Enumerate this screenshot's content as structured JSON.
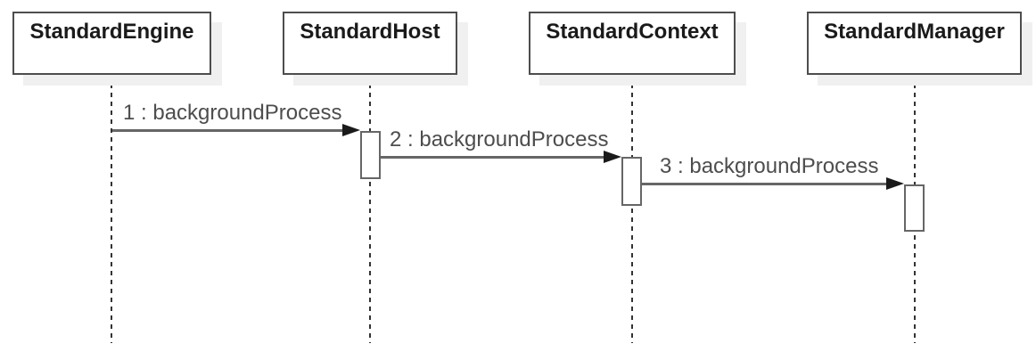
{
  "diagram": {
    "type": "uml-sequence-diagram",
    "participants": [
      {
        "name": "StandardEngine"
      },
      {
        "name": "StandardHost"
      },
      {
        "name": "StandardContext"
      },
      {
        "name": "StandardManager"
      }
    ],
    "messages": [
      {
        "label": "1 : backgroundProcess",
        "from": "StandardEngine",
        "to": "StandardHost"
      },
      {
        "label": "2 : backgroundProcess",
        "from": "StandardHost",
        "to": "StandardContext"
      },
      {
        "label": "3 : backgroundProcess",
        "from": "StandardContext",
        "to": "StandardManager"
      }
    ],
    "colors": {
      "background": "#ffffff",
      "box_border": "#4d4d4d",
      "box_fill": "#ffffff",
      "box_shadow": "#f0f0f0",
      "title_text": "#1a1a1a",
      "lifeline": "#333333",
      "message_line": "#666666",
      "arrowhead": "#1a1a1a",
      "message_text": "#4d4d4d"
    }
  }
}
